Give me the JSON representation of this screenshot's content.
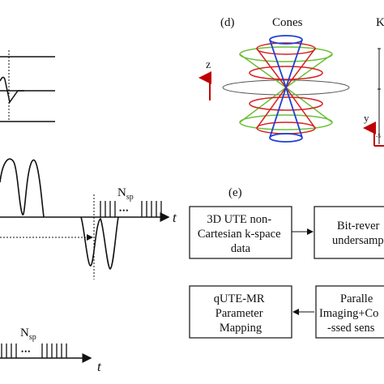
{
  "panel_d": {
    "label": "(d)",
    "title": "Cones",
    "title_right": "K",
    "axis_z": "z",
    "axis_y": "y",
    "axis_x_partial": "-5"
  },
  "panel_e": {
    "label": "(e)",
    "box1": [
      "3D UTE non-",
      "Cartesian k-space",
      "data"
    ],
    "box2": [
      "Bit-rever",
      "undersamp"
    ],
    "box3": [
      "qUTE-MR",
      "Parameter",
      "Mapping"
    ],
    "box4": [
      "Paralle",
      "Imaging+Co",
      "-ssed sens"
    ]
  },
  "waveforms": {
    "time_label": "t",
    "nsp_label": "N",
    "nsp_sub": "sp",
    "dots": "•••"
  },
  "colors": {
    "red": "#d62020",
    "green": "#6abf3a",
    "blue": "#1f3fd0",
    "gray": "#555555",
    "axis_red": "#c00000"
  }
}
